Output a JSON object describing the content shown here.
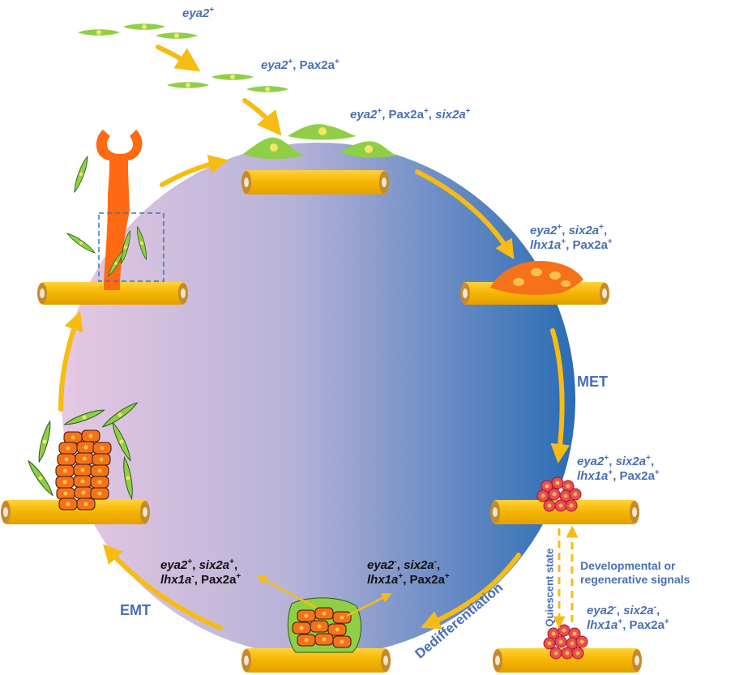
{
  "labels": {
    "s1": {
      "a": "eya2",
      "a_sup": "+"
    },
    "s2": {
      "a": "eya2",
      "a_sup": "+",
      "b": ", Pax2a",
      "b_sup": "+"
    },
    "s3": {
      "a": "eya2",
      "a_sup": "+",
      "b": ", Pax2a",
      "b_sup": "+",
      "c_sep": ", ",
      "c": "six2a",
      "c_sup": "+"
    },
    "s4": {
      "a": "eya2",
      "a_sup": "+",
      "sep1": ", ",
      "b": "six2a",
      "b_sup": "+",
      "sep2": ",",
      "c": "lhx1a",
      "c_sup": "+",
      "d": ", Pax2a",
      "d_sup": "+"
    },
    "s5": {
      "a": "eya2",
      "a_sup": "+",
      "sep1": ", ",
      "b": "six2a",
      "b_sup": "+",
      "sep2": ",",
      "c": "lhx1a",
      "c_sup": "+",
      "d": ", Pax2a",
      "d_sup": "+"
    },
    "s6": {
      "a": "eya2",
      "a_sup": "-",
      "sep1": ", ",
      "b": "six2a",
      "b_sup": "-",
      "sep2": ",",
      "c": "lhx1a",
      "c_sup": "+",
      "d": ", Pax2a",
      "d_sup": "+"
    },
    "s7": {
      "a": "eya2",
      "a_sup": "-",
      "sep1": ", ",
      "b": "six2a",
      "b_sup": "-",
      "sep2": ",",
      "c": "lhx1a",
      "c_sup": "+",
      "d": ", Pax2a",
      "d_sup": "+"
    },
    "s8": {
      "a": "eya2",
      "a_sup": "+",
      "sep1": ", ",
      "b": "six2a",
      "b_sup": "+",
      "sep2": ",",
      "c": "lhx1a",
      "c_sup": "-",
      "d": ", Pax2a",
      "d_sup": "+"
    }
  },
  "process_labels": {
    "met": "MET",
    "emt": "EMT",
    "dedifferentiation": "Dedifferentiation",
    "quiescent": "Quiescent state",
    "signals_line1": "Developmental or",
    "signals_line2": "regenerative signals"
  },
  "colors": {
    "tube": "#f7bf0a",
    "tube_edge": "#e0a000",
    "arrow": "#f7bc12",
    "circle_left": "#dcc2df",
    "circle_right": "#2e6db3",
    "mesenchymal_cell": "#8fcf45",
    "condensed_cell": "#f5721a",
    "aggregate_cell": "#f04a55",
    "nephron": "#ff6a13",
    "label_blue": "#4a6fb5",
    "dashed_box": "#2e7bbf"
  }
}
